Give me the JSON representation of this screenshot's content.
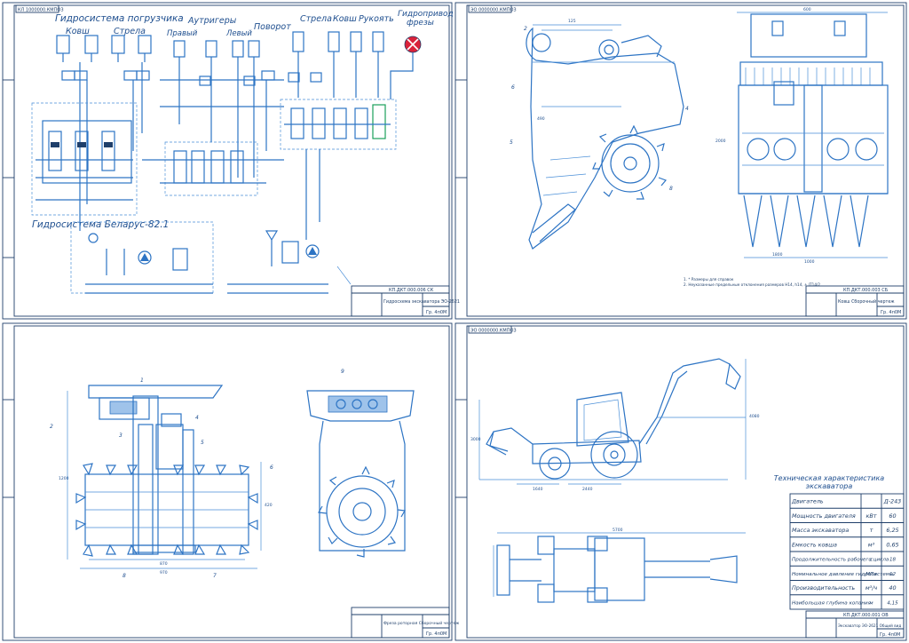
{
  "panels": {
    "hydraulic": {
      "stamp": "КЛ 1000000.КМПОЗ",
      "title_loader": "Гидросистема погрузчика",
      "label_bucket": "Ковш",
      "label_boom": "Стрела",
      "title_outriggers": "Аутригеры",
      "label_right": "Правый",
      "label_left": "Левый",
      "label_swing": "Поворот",
      "label_boom2": "Стрела",
      "label_bucket2": "Ковш",
      "label_handle": "Рукоять",
      "title_drive": "Гидропривод",
      "title_drive2": "фрезы",
      "title_belarus": "Гидросистема Беларус-82.1",
      "tb_code": "КП.ДКТ.000.006 СК",
      "tb_name": "Гидросхема экскаватора ЭО-2621",
      "tb_group": "Гр. 4п0М"
    },
    "bucket": {
      "stamp": "ЭО 0000000.КМПОЗ",
      "note1": "1. * Размеры для справок",
      "note2": "2. Неуказанные предельные отклонения размеров Н14, h14, ± IT14/2",
      "tb_code": "КП.ДКТ.000.003 СБ",
      "tb_name": "Ковш Сборочный чертеж",
      "tb_group": "Гр. 4п0М",
      "dims": [
        "125",
        "490",
        "1000",
        "600",
        "2000",
        "1800"
      ]
    },
    "rotor": {
      "tb_code": "",
      "tb_name": "Фреза роторная Сборочный чертеж",
      "tb_group": "Гр. 4п0М",
      "dims": [
        "870",
        "970",
        "1200",
        "420"
      ]
    },
    "excavator": {
      "stamp": "ЭО 0000000.КМПОЗ",
      "specs_title": "Техническая характеристика",
      "specs_subtitle": "экскаватора",
      "specs": [
        {
          "name": "Двигатель",
          "unit": "",
          "value": "Д-243"
        },
        {
          "name": "Мощность двигателя",
          "unit": "кВт",
          "value": "60"
        },
        {
          "name": "Масса экскаватора",
          "unit": "т",
          "value": "6,25"
        },
        {
          "name": "Емкость ковша",
          "unit": "м³",
          "value": "0,65"
        },
        {
          "name": "Продолжительность рабочего цикла",
          "unit": "с",
          "value": "18"
        },
        {
          "name": "Номинальное давление гидросистемы",
          "unit": "МПа",
          "value": "12"
        },
        {
          "name": "Производительность",
          "unit": "м³/ч",
          "value": "40"
        },
        {
          "name": "Наибольшая глубина копания",
          "unit": "м",
          "value": "4,15"
        }
      ],
      "tb_code": "КП.ДКТ.000.001 ОВ",
      "tb_name": "Экскаватор ЭО-2621 Общий вид",
      "tb_group": "Гр. 4п0М",
      "dims": [
        "1640",
        "2440",
        "4080",
        "3000",
        "5700"
      ]
    }
  },
  "colors": {
    "line": "#2d74c4",
    "ink": "#1f3f6a",
    "accent": "#d9223a"
  }
}
